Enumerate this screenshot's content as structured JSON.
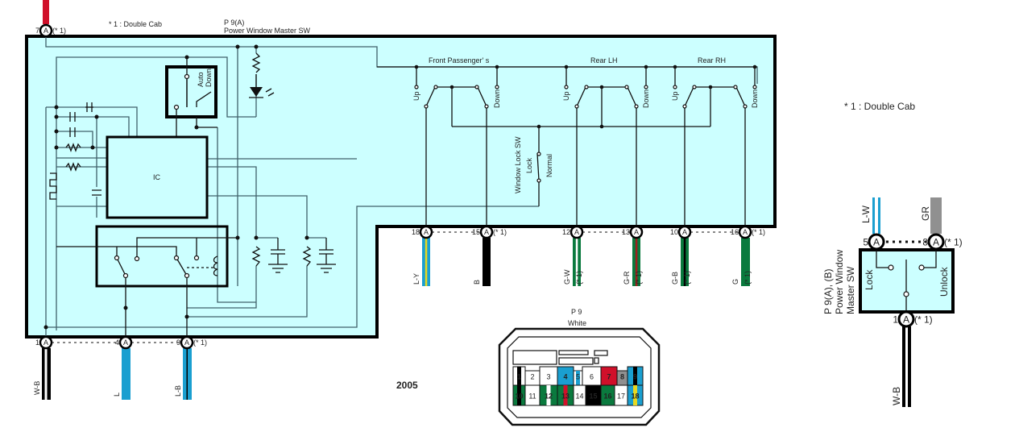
{
  "notes": {
    "double_cab_top": "* 1 : Double Cab",
    "double_cab_right": "* 1 : Double Cab",
    "year": "2005"
  },
  "component": {
    "ref": "P 9(A)",
    "name": "Power Window Master SW"
  },
  "internal_labels": {
    "ic": "IC",
    "auto": "Auto",
    "down": "Down",
    "front_passenger": "Front Passenger' s",
    "rear_lh": "Rear LH",
    "rear_rh": "Rear RH",
    "up": "Up",
    "down_sw": "Down",
    "window_lock_sw": "Window Lock SW",
    "lock": "Lock",
    "normal": "Normal"
  },
  "pin_letter": "A",
  "note_mark": "(* 1)",
  "top_pin": {
    "num": "7",
    "wire_color": "#d0102a"
  },
  "bottom_pins": [
    {
      "num": "1",
      "wire": "W-B",
      "note": ""
    },
    {
      "num": "4",
      "wire": "L",
      "note": ""
    },
    {
      "num": "9",
      "wire": "L-B",
      "note": "(* 1)"
    }
  ],
  "right_pins": [
    {
      "num": "18",
      "wire": "L-Y",
      "note": "",
      "pin_note": ""
    },
    {
      "num": "15",
      "wire": "B",
      "note": "",
      "pin_note": "(* 1)"
    },
    {
      "num": "12",
      "wire": "G-W",
      "note": "(* 1)",
      "pin_note": ""
    },
    {
      "num": "13",
      "wire": "G-R",
      "note": "(* 1)",
      "pin_note": ""
    },
    {
      "num": "10",
      "wire": "G-B",
      "note": "(* 1)",
      "pin_note": ""
    },
    {
      "num": "16",
      "wire": "G",
      "note": "(* 1)",
      "pin_note": "(* 1)"
    }
  ],
  "connector": {
    "name": "P 9",
    "color": "White",
    "cells": [
      {
        "n": "1",
        "bg": "#ffffff",
        "stripe": "#000000"
      },
      {
        "n": "2",
        "bg": "#ffffff",
        "stripe": ""
      },
      {
        "n": "3",
        "bg": "#ffffff",
        "stripe": ""
      },
      {
        "n": "4",
        "bg": "#1a9fd0",
        "stripe": ""
      },
      {
        "n": "5",
        "bg": "#ffffff",
        "stripe": "#1a9fd0"
      },
      {
        "n": "6",
        "bg": "#ffffff",
        "stripe": ""
      },
      {
        "n": "7",
        "bg": "#d0102a",
        "stripe": ""
      },
      {
        "n": "8",
        "bg": "#909090",
        "stripe": ""
      },
      {
        "n": "9",
        "bg": "#1a9fd0",
        "stripe": "#000000"
      },
      {
        "n": "10",
        "bg": "#0a7a3e",
        "stripe": "#000000"
      },
      {
        "n": "11",
        "bg": "#ffffff",
        "stripe": ""
      },
      {
        "n": "12",
        "bg": "#0a7a3e",
        "stripe": "#ffffff"
      },
      {
        "n": "13",
        "bg": "#0a7a3e",
        "stripe": "#d0102a"
      },
      {
        "n": "14",
        "bg": "#ffffff",
        "stripe": ""
      },
      {
        "n": "15",
        "bg": "#000000",
        "stripe": ""
      },
      {
        "n": "16",
        "bg": "#0a7a3e",
        "stripe": ""
      },
      {
        "n": "17",
        "bg": "#ffffff",
        "stripe": ""
      },
      {
        "n": "18",
        "bg": "#1a9fd0",
        "stripe": "#e8d820"
      }
    ]
  },
  "lock_switch": {
    "title_line1": "P 9(A), (B)",
    "title_line2": "Power Window",
    "title_line3": "Master SW",
    "lock": "Lock",
    "unlock": "Unlock",
    "pins": [
      {
        "num": "5",
        "wire": "L-W",
        "note": ""
      },
      {
        "num": "8",
        "wire": "GR",
        "note": "(* 1)"
      },
      {
        "num": "1",
        "wire": "W-B",
        "note": "(* 1)"
      }
    ]
  },
  "colors": {
    "fill": "#ccffff",
    "blue": "#1a9fd0",
    "green": "#0a7a3e",
    "red": "#d0102a",
    "gray": "#909090",
    "yellow": "#e8d820"
  }
}
